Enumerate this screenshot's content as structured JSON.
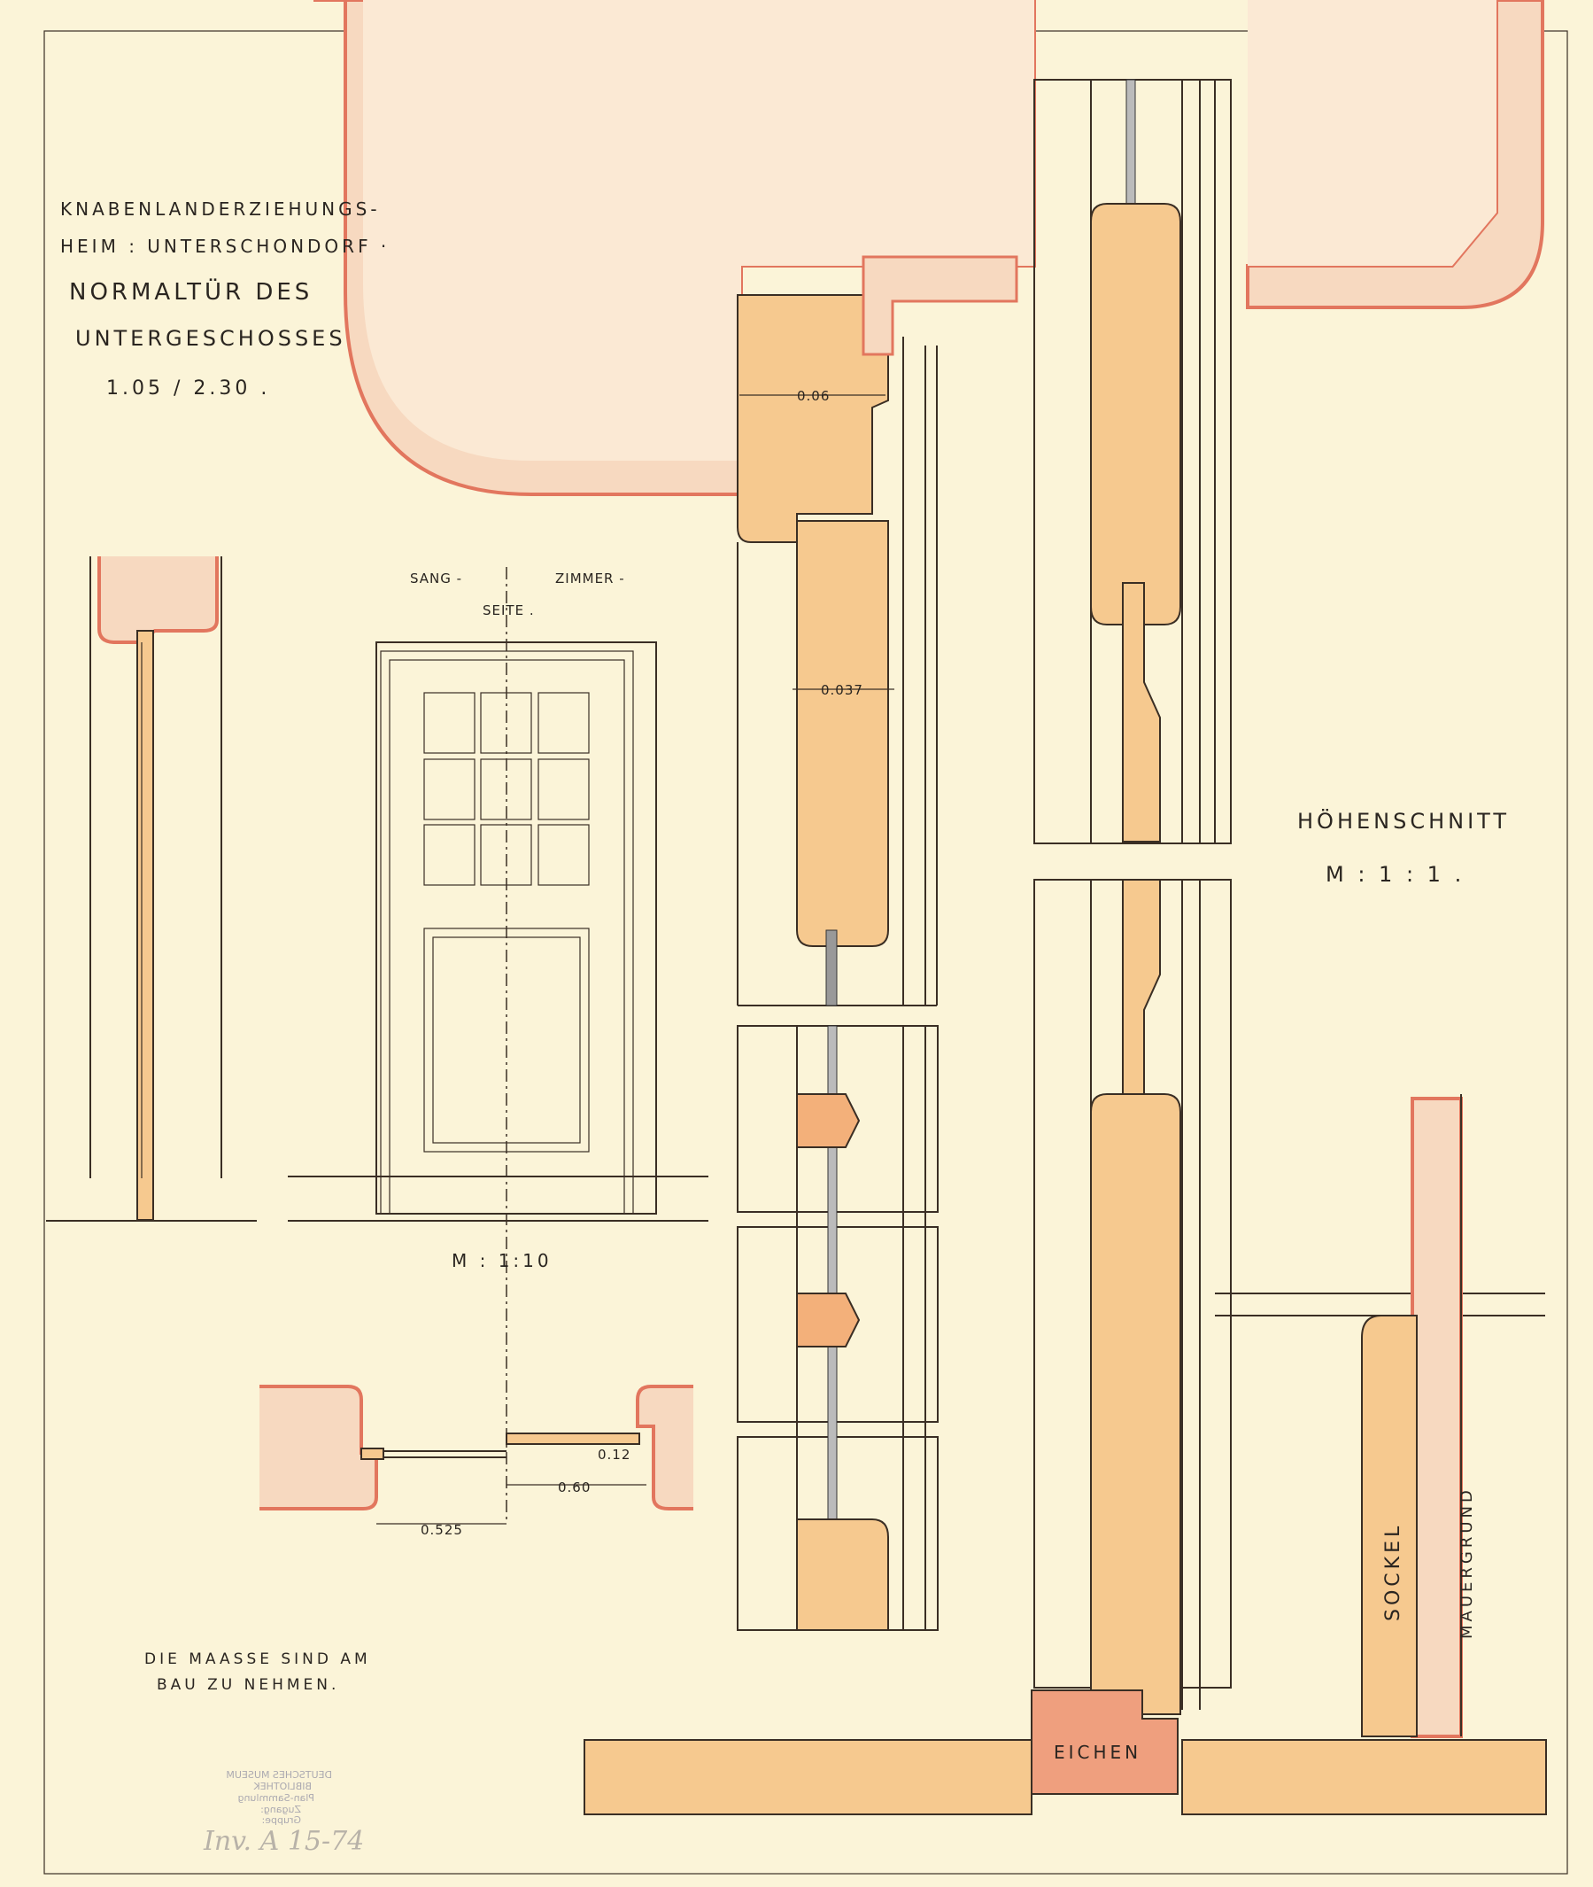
{
  "title": {
    "line1": "KNABENLANDERZIEHUNGS-",
    "line2": "HEIM : UNTERSCHONDORF ·",
    "line3": "NORMALTÜR DES",
    "line4": "UNTERGESCHOSSES",
    "line5": "1.05 / 2.30 ."
  },
  "elevation": {
    "side_left": "SANG -",
    "side_right": "ZIMMER -",
    "side_word": "SEITE .",
    "scale": "M : 1:10"
  },
  "plan_dimensions": {
    "d1": "0.525",
    "d2": "0.60",
    "d3": "0.12"
  },
  "section_dimensions": {
    "d1": "0.06",
    "d2": "0.037"
  },
  "section": {
    "title": "HÖHENSCHNITT",
    "scale": "M : 1 : 1 ."
  },
  "labels": {
    "oak": "EICHEN",
    "plinth": "SOCKEL",
    "wall_ground": "MAUERGRUND"
  },
  "note": {
    "line1": "DIE MAASSE SIND AM",
    "line2": "BAU ZU NEHMEN."
  },
  "stamp": {
    "line1": "DEUTSCHES MUSEUM",
    "line2": "BIBLIOTHEK",
    "line3": "Plan-Sammlung",
    "line4": "Zugang:",
    "line5": "Gruppe:"
  },
  "inventory": "Inv. A 15-74",
  "colors": {
    "paper": "#fbf4d8",
    "wall": "#f7d9c0",
    "wall_stroke": "#e2765e",
    "wood": "#f6c98f",
    "oak": "#ef9f7e"
  }
}
